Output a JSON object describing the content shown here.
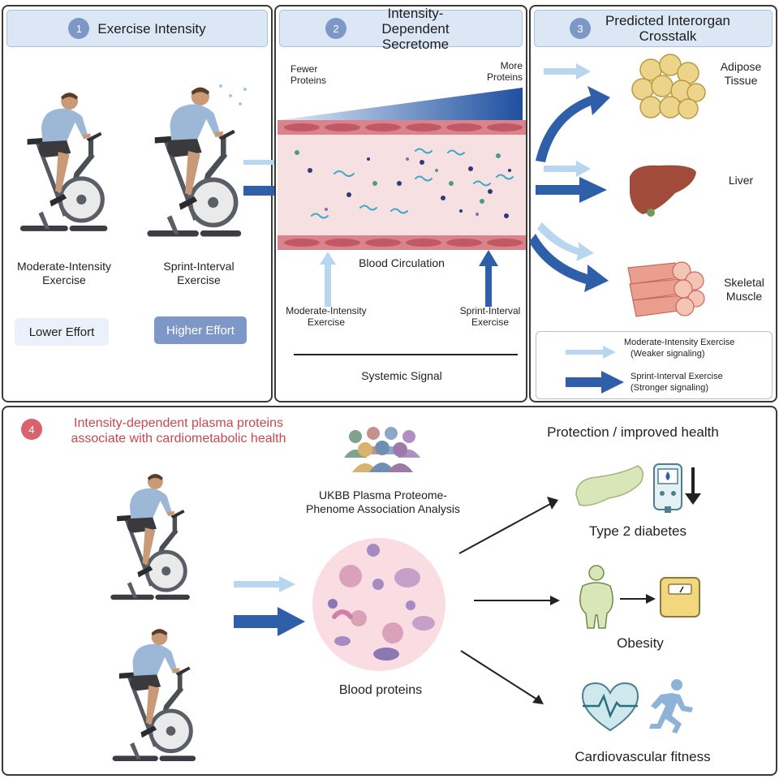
{
  "panel1": {
    "num": "1",
    "title": "Exercise Intensity",
    "moderate_label": "Moderate-Intensity Exercise",
    "sprint_label": "Sprint-Interval Exercise",
    "lower_effort": "Lower Effort",
    "higher_effort": "Higher Effort"
  },
  "panel2": {
    "num": "2",
    "title": "Intensity-Dependent Secretome",
    "fewer": "Fewer Proteins",
    "more": "More Proteins",
    "circulation": "Blood Circulation",
    "moderate_label": "Moderate-Intensity Exercise",
    "sprint_label": "Sprint-Interval Exercise",
    "systemic": "Systemic Signal"
  },
  "panel3": {
    "num": "3",
    "title": "Predicted Interorgan Crosstalk",
    "organs": [
      "Adipose Tissue",
      "Liver",
      "Skeletal Muscle"
    ],
    "legend": {
      "moderate": "Moderate-Intensity Exercise",
      "moderate_note": "(Weaker signaling)",
      "sprint": "Sprint-Interval Exercise",
      "sprint_note": "(Stronger signaling)"
    }
  },
  "panel4": {
    "num": "4",
    "title": "Intensity-dependent plasma proteins associate with cardiometabolic health",
    "ukbb": "UKBB Plasma Proteome-Phenome Association Analysis",
    "blood_proteins": "Blood proteins",
    "protection": "Protection / improved health",
    "outcomes": [
      "Type 2 diabetes",
      "Obesity",
      "Cardiovascular fitness"
    ]
  },
  "colors": {
    "light_arrow": "#b8d6ef",
    "dark_arrow": "#2f5fa8",
    "header_bg": "#dbe7f5",
    "badge": "#7d97c7",
    "badge_red": "#d9636a",
    "title_red": "#c9474f"
  }
}
